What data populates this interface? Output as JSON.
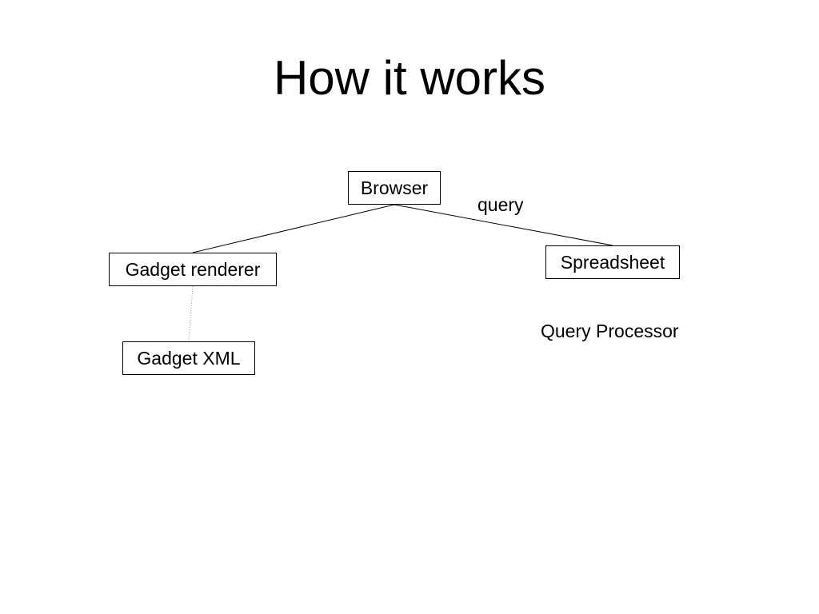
{
  "slide": {
    "title": "How it works"
  },
  "diagram": {
    "nodes": {
      "browser": "Browser",
      "gadget_renderer": "Gadget renderer",
      "spreadsheet": "Spreadsheet",
      "gadget_xml": "Gadget XML"
    },
    "labels": {
      "query": "query",
      "query_processor": "Query Processor"
    },
    "colors": {
      "line": "#000000",
      "dotted_line": "#999999",
      "background": "#ffffff"
    }
  }
}
